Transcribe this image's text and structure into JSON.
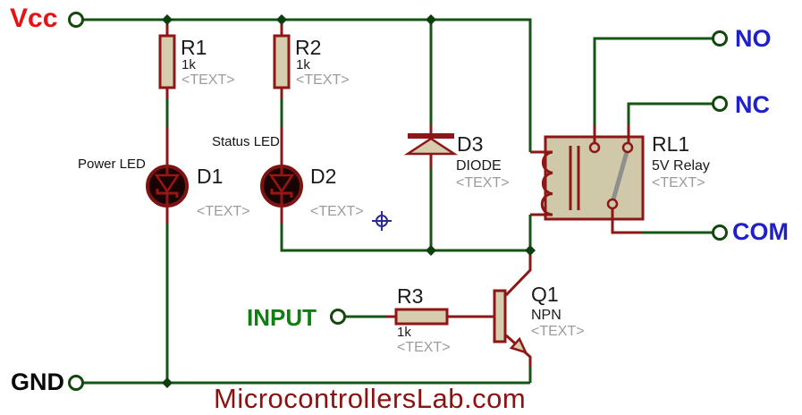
{
  "terminals": {
    "vcc": "Vcc",
    "gnd": "GND",
    "input": "INPUT",
    "no": "NO",
    "nc": "NC",
    "com": "COM"
  },
  "components": {
    "r1": {
      "ref": "R1",
      "value": "1k",
      "placeholder": "<TEXT>"
    },
    "r2": {
      "ref": "R2",
      "value": "1k",
      "placeholder": "<TEXT>"
    },
    "r3": {
      "ref": "R3",
      "value": "1k",
      "placeholder": "<TEXT>"
    },
    "d1": {
      "ref": "D1",
      "caption": "Power LED",
      "placeholder": "<TEXT>"
    },
    "d2": {
      "ref": "D2",
      "caption": "Status LED",
      "placeholder": "<TEXT>"
    },
    "d3": {
      "ref": "D3",
      "value": "DIODE",
      "placeholder": "<TEXT>"
    },
    "q1": {
      "ref": "Q1",
      "value": "NPN",
      "placeholder": "<TEXT>"
    },
    "rl1": {
      "ref": "RL1",
      "value": "5V Relay",
      "placeholder": "<TEXT>"
    }
  },
  "watermark": "MicrocontrollersLab.com",
  "colors": {
    "wire_green": "#155515",
    "pin_red": "#8d1616",
    "component_fill": "#d5cdae",
    "relay_fill": "#cfc9a9",
    "led_fill": "#190404",
    "switch_arm_gray": "#8f8f8f",
    "terminal_label_blue": "#2020c8",
    "vcc_label_red": "#e41414",
    "input_label_green": "#0e8010",
    "watermark_red": "#8c1111",
    "placeholder_gray": "#9c9c9c",
    "origin_marker_blue": "#2a2a99"
  }
}
